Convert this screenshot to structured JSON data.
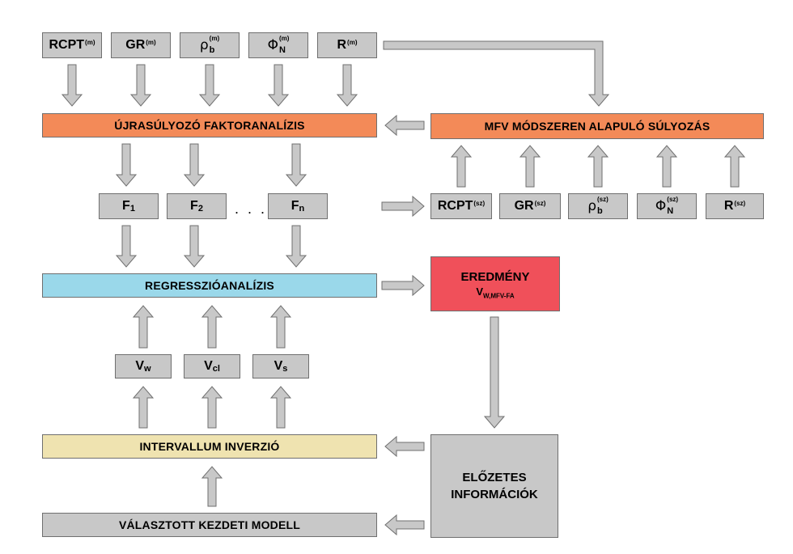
{
  "measured_inputs": {
    "rcpt": {
      "base": "RCPT",
      "sup": "(m)"
    },
    "gr": {
      "base": "GR",
      "sup": "(m)"
    },
    "rho": {
      "base": "ρ",
      "sub": "b",
      "sup": "(m)"
    },
    "phi": {
      "base": "Φ",
      "sub": "N",
      "sup": "(m)"
    },
    "r": {
      "base": "R",
      "sup": "(m)"
    }
  },
  "weighted_inputs": {
    "rcpt": {
      "base": "RCPT",
      "sup": "(sz)"
    },
    "gr": {
      "base": "GR",
      "sup": "(sz)"
    },
    "rho": {
      "base": "ρ",
      "sub": "b",
      "sup": "(sz)"
    },
    "phi": {
      "base": "Φ",
      "sub": "N",
      "sup": "(sz)"
    },
    "r": {
      "base": "R",
      "sup": "(sz)"
    }
  },
  "factor_analysis": "ÚJRASÚLYOZÓ FAKTORANALÍZIS",
  "mfv_weighting": "MFV MÓDSZEREN ALAPULÓ SÚLYOZÁS",
  "factors": {
    "f1": {
      "base": "F",
      "sub": "1"
    },
    "f2": {
      "base": "F",
      "sub": "2"
    },
    "dots": ". . .",
    "fn": {
      "base": "F",
      "sub": "n"
    }
  },
  "regression": "REGRESSZIÓANALÍZIS",
  "result": {
    "title": "EREDMÉNY",
    "value_base": "V",
    "value_sub": "W,MFV-FA"
  },
  "volumes": {
    "vw": {
      "base": "V",
      "sub": "w"
    },
    "vcl": {
      "base": "V",
      "sub": "cl"
    },
    "vs": {
      "base": "V",
      "sub": "s"
    }
  },
  "interval_inversion": "INTERVALLUM INVERZIÓ",
  "prior_info": {
    "line1": "ELŐZETES",
    "line2": "INFORMÁCIÓK"
  },
  "initial_model": "VÁLASZTOTT KEZDETI MODELL",
  "colors": {
    "box_gray": "#c8c8c8",
    "factor_analysis_orange": "#f38a58",
    "regression_blue": "#9ad8ea",
    "result_red": "#f0505a",
    "inversion_yellow": "#efe3b0",
    "arrow_fill": "#c8c8c8",
    "arrow_stroke": "#6f6f6f"
  }
}
